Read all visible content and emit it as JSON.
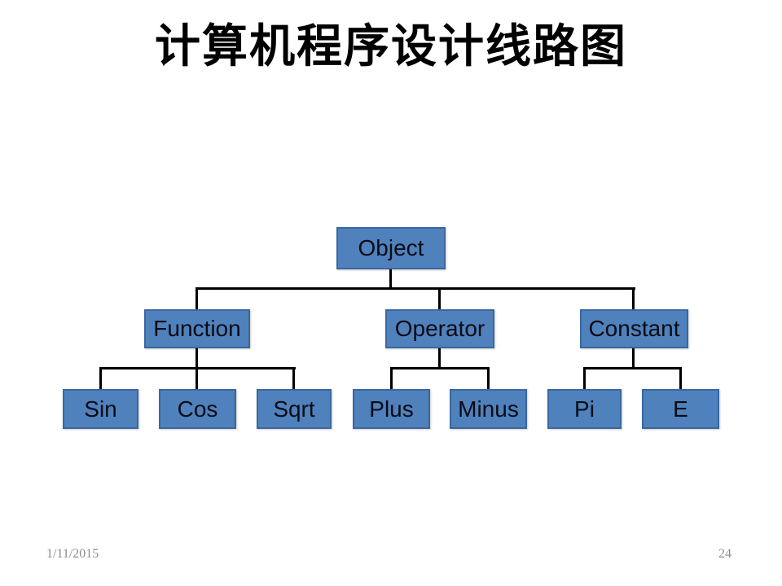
{
  "slide": {
    "title": "计算机程序设计线路图",
    "footer": {
      "date": "1/11/2015",
      "page_number": "24"
    }
  },
  "diagram": {
    "type": "tree",
    "root": {
      "label": "Object"
    },
    "branches": [
      {
        "label": "Function",
        "children": [
          {
            "label": "Sin"
          },
          {
            "label": "Cos"
          },
          {
            "label": "Sqrt"
          }
        ]
      },
      {
        "label": "Operator",
        "children": [
          {
            "label": "Plus"
          },
          {
            "label": "Minus"
          }
        ]
      },
      {
        "label": "Constant",
        "children": [
          {
            "label": "Pi"
          },
          {
            "label": "E"
          }
        ]
      }
    ]
  },
  "colors": {
    "background": "#FFFFFF",
    "box_fill": "#4F81BD",
    "box_border": "#3A67A3",
    "box_text": "#0B0B14",
    "connector": "#000000",
    "title_text": "#000000",
    "footer_text": "#8C8C8C"
  }
}
